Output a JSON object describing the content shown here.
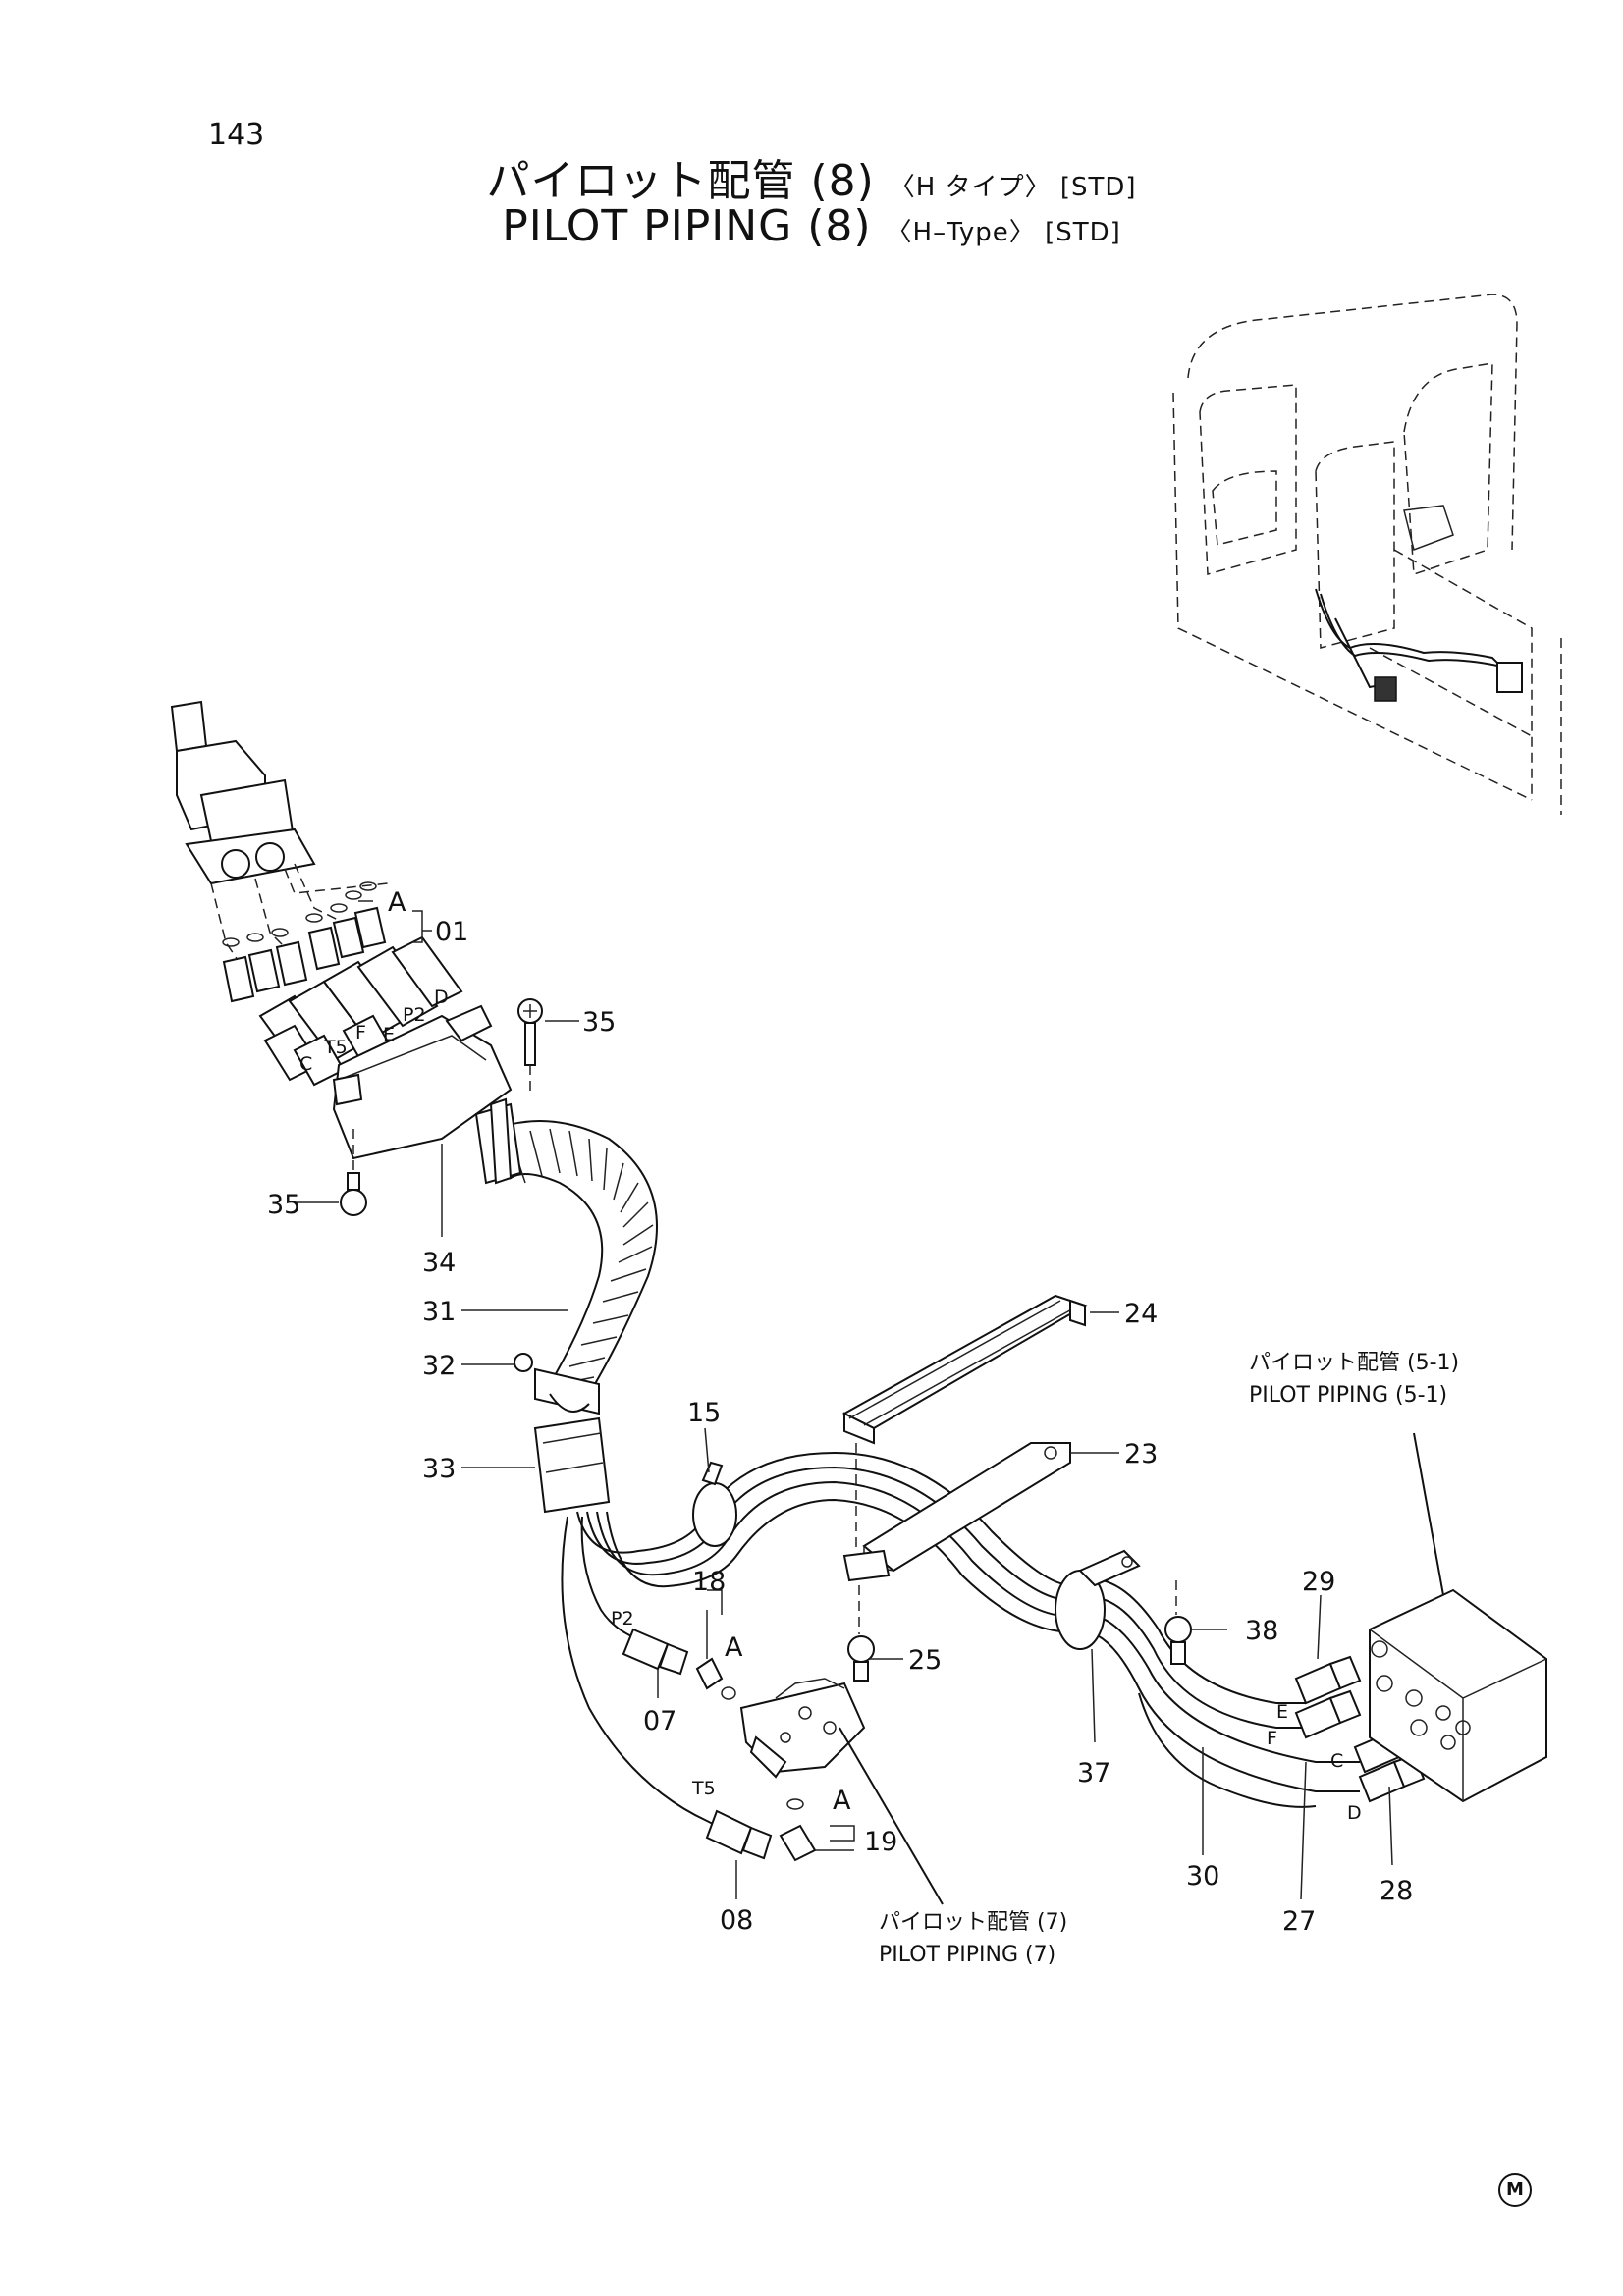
{
  "page": {
    "number": "143",
    "title_jp": "パイロット配管 (8)",
    "title_jp_suffix": "〈H タイプ〉 [STD]",
    "title_en": "PILOT PIPING (8)",
    "title_en_suffix": "〈H–Type〉 [STD]"
  },
  "callouts": [
    {
      "id": "01",
      "label": "01"
    },
    {
      "id": "07",
      "label": "07"
    },
    {
      "id": "08",
      "label": "08"
    },
    {
      "id": "15",
      "label": "15"
    },
    {
      "id": "18",
      "label": "18"
    },
    {
      "id": "19",
      "label": "19"
    },
    {
      "id": "23",
      "label": "23"
    },
    {
      "id": "24",
      "label": "24"
    },
    {
      "id": "25",
      "label": "25"
    },
    {
      "id": "27",
      "label": "27"
    },
    {
      "id": "28",
      "label": "28"
    },
    {
      "id": "29",
      "label": "29"
    },
    {
      "id": "30",
      "label": "30"
    },
    {
      "id": "31",
      "label": "31"
    },
    {
      "id": "32",
      "label": "32"
    },
    {
      "id": "33",
      "label": "33"
    },
    {
      "id": "34",
      "label": "34"
    },
    {
      "id": "35a",
      "label": "35"
    },
    {
      "id": "35b",
      "label": "35"
    },
    {
      "id": "37",
      "label": "37"
    },
    {
      "id": "38",
      "label": "38"
    }
  ],
  "port_labels": {
    "A_top": "A",
    "A_mid": "A",
    "A_low": "A",
    "P2_top": "P2",
    "D_top": "D",
    "T5_top": "T5",
    "F_top": "F",
    "E_top": "E",
    "C_top": "C",
    "P2_low": "P2",
    "T5_low": "T5",
    "E_right": "E",
    "F_right": "F",
    "C_right": "C",
    "D_right": "D"
  },
  "references": {
    "pilot_5_1_jp": "パイロット配管 (5-1)",
    "pilot_5_1_en": "PILOT PIPING (5-1)",
    "pilot_7_jp": "パイロット配管 (7)",
    "pilot_7_en": "PILOT PIPING (7)"
  },
  "brand_mark": "M"
}
